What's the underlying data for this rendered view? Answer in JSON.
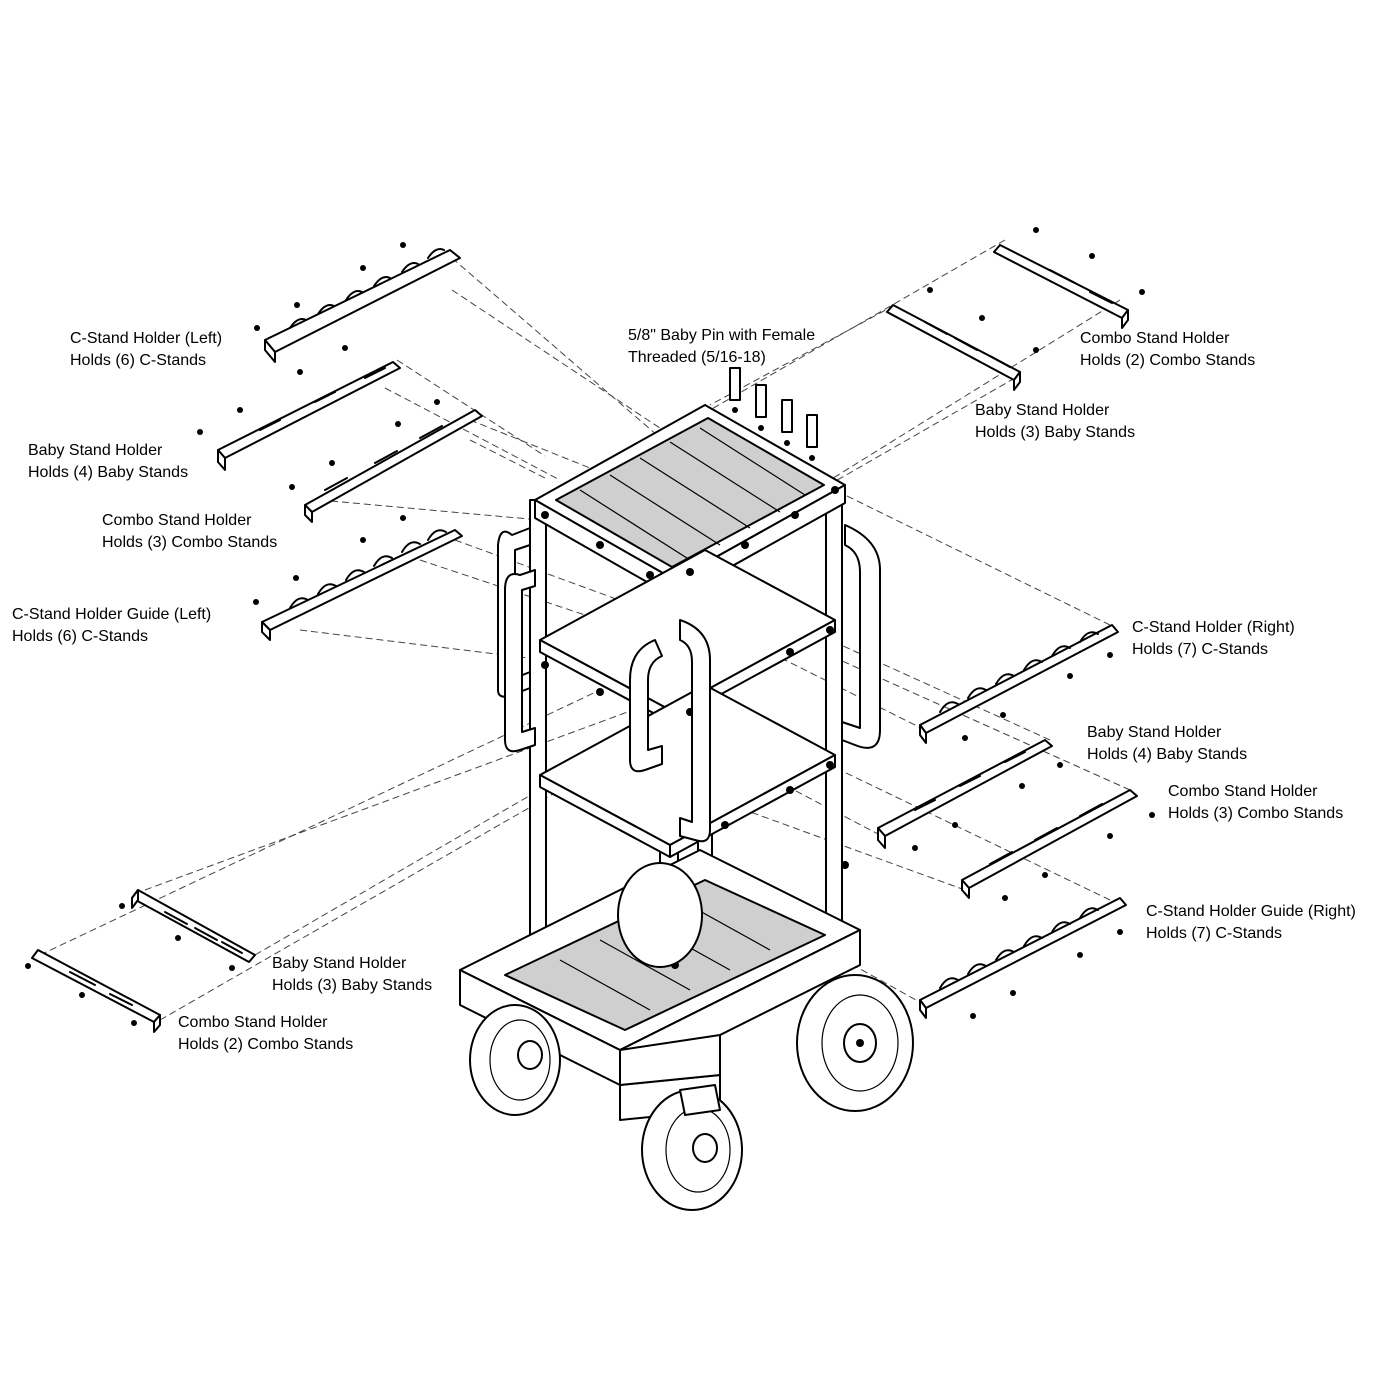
{
  "callouts": {
    "c_left": {
      "line1": "C-Stand Holder (Left)",
      "line2": "Holds (6) C-Stands"
    },
    "baby4_left": {
      "line1": "Baby Stand Holder",
      "line2": "Holds (4) Baby Stands"
    },
    "combo3_left": {
      "line1": "Combo Stand Holder",
      "line2": "Holds (3) Combo Stands"
    },
    "cguide_left": {
      "line1": "C-Stand Holder Guide (Left)",
      "line2": "Holds (6) C-Stands"
    },
    "baby_pin": {
      "line1": "5/8\" Baby Pin with Female",
      "line2": "Threaded (5/16-18)"
    },
    "combo2_top_right": {
      "line1": "Combo Stand Holder",
      "line2": "Holds (2) Combo Stands"
    },
    "baby3_top_right": {
      "line1": "Baby Stand Holder",
      "line2": "Holds (3) Baby Stands"
    },
    "c_right": {
      "line1": "C-Stand Holder (Right)",
      "line2": "Holds (7) C-Stands"
    },
    "baby4_right": {
      "line1": "Baby Stand Holder",
      "line2": "Holds (4) Baby Stands"
    },
    "combo3_right": {
      "line1": "Combo Stand Holder",
      "line2": "Holds (3) Combo Stands"
    },
    "cguide_right": {
      "line1": "C-Stand Holder Guide (Right)",
      "line2": "Holds (7) C-Stands"
    },
    "baby3_bottom_left": {
      "line1": "Baby Stand Holder",
      "line2": "Holds (3) Baby Stands"
    },
    "combo2_bottom_left": {
      "line1": "Combo Stand Holder",
      "line2": "Holds (2) Combo Stands"
    }
  }
}
